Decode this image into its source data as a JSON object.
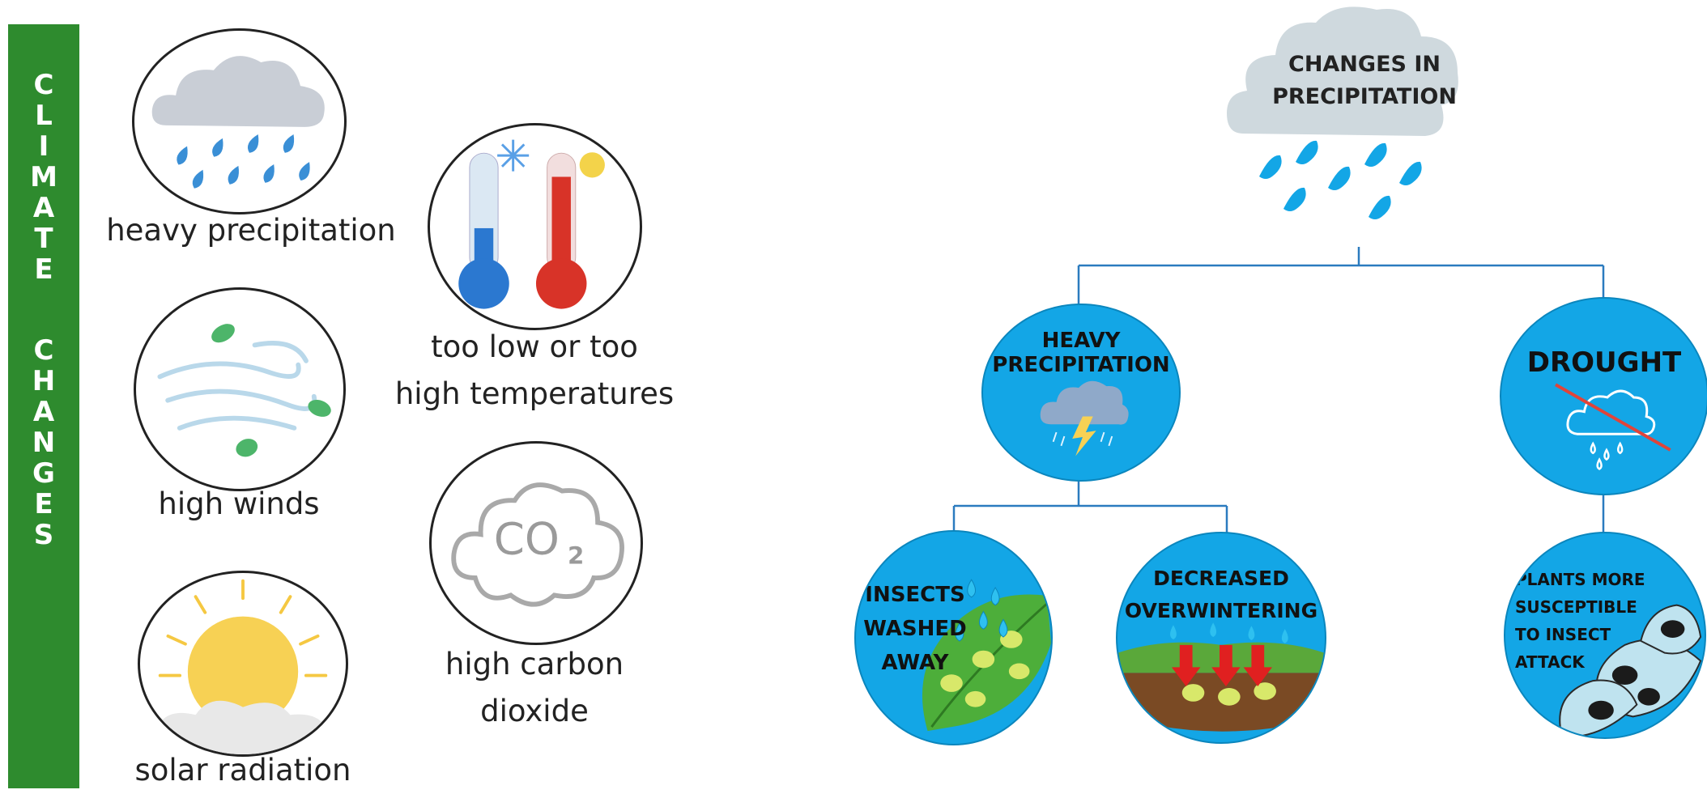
{
  "sidebar": {
    "title_word1": "CLIMATE",
    "title_word2": "CHANGES",
    "color": "#2e8b2e"
  },
  "left_panel": {
    "items": [
      {
        "label": "heavy precipitation",
        "icon": "rain-cloud-icon"
      },
      {
        "label": "too low or too",
        "label2": "high temperatures",
        "icon": "thermometers-icon"
      },
      {
        "label": "high winds",
        "icon": "wind-icon"
      },
      {
        "label": "high carbon",
        "label2": "dioxide",
        "icon": "co2-cloud-icon"
      },
      {
        "label": "solar radiation",
        "icon": "sun-icon"
      }
    ],
    "co2_text": "CO",
    "co2_sub": "2"
  },
  "diagram": {
    "title_line1": "CHANGES IN",
    "title_line2": "PRECIPITATION",
    "heavy_line1": "HEAVY",
    "heavy_line2": "PRECIPITATION",
    "drought": "DROUGHT",
    "insects_line1": "INSECTS",
    "insects_line2": "WASHED",
    "insects_line3": "AWAY",
    "decreased_line1": "DECREASED",
    "decreased_line2": "OVERWINTERING",
    "plants_line1": "PLANTS MORE",
    "plants_line2": "SUSCEPTIBLE",
    "plants_line3": "TO INSECT",
    "plants_line4": "ATTACK",
    "bubble_color": "#13a6e6",
    "connector_color": "#2b7bbf"
  }
}
